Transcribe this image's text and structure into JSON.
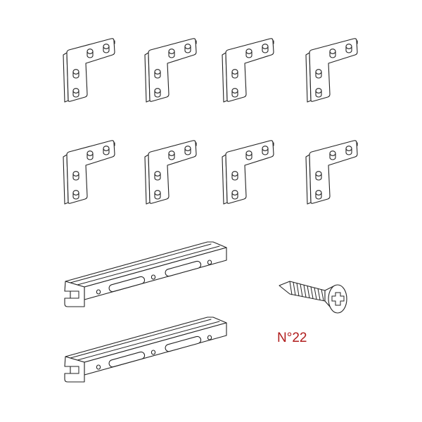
{
  "parts": {
    "corner_brackets": {
      "count": 8,
      "icon": "l-shaped-corner-bracket-with-pins"
    },
    "rails": {
      "count": 2,
      "icon": "slotted-guide-rail"
    },
    "screw": {
      "icon": "phillips-countersunk-screw"
    }
  },
  "label": {
    "text": "N°22",
    "color": "#b01c1c"
  }
}
